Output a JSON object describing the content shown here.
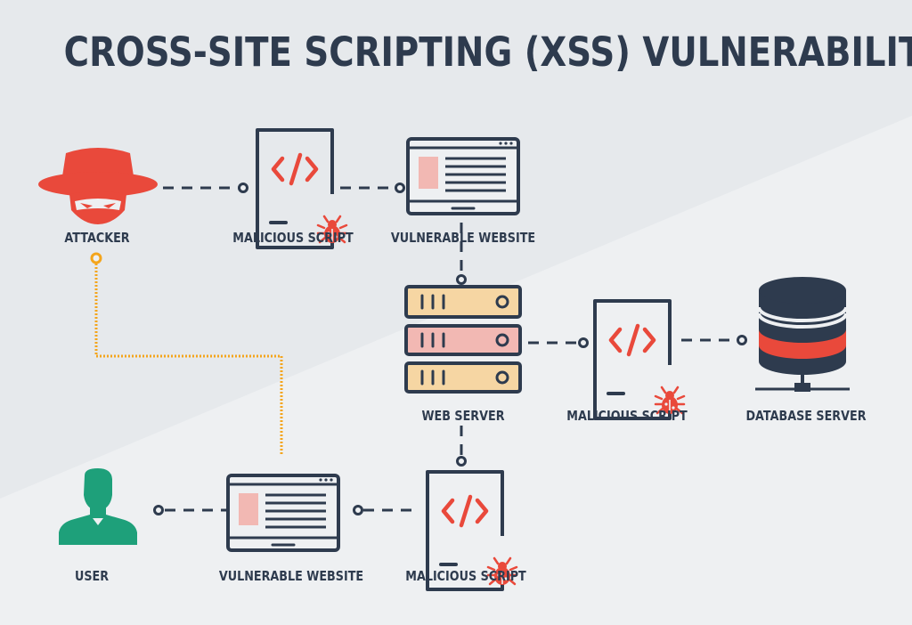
{
  "title": "CROSS-SITE SCRIPTING (XSS) VULNERABILITY",
  "colors": {
    "navy": "#2e3b4e",
    "red": "#e9493b",
    "pink": "#f2b8b3",
    "tan": "#f6d6a3",
    "green": "#1ea07a",
    "orange": "#f4a51c"
  },
  "nodes": {
    "attacker": {
      "label": "ATTACKER",
      "icon": "hat-mask-icon"
    },
    "script_top": {
      "label": "MALICIOUS SCRIPT",
      "icon": "script-bug-icon"
    },
    "website_top": {
      "label": "VULNERABLE  WEBSITE",
      "icon": "browser-window-icon"
    },
    "web_server": {
      "label": "WEB SERVER",
      "icon": "server-rack-icon"
    },
    "script_mid": {
      "label": "MALICIOUS SCRIPT",
      "icon": "script-bug-icon"
    },
    "database": {
      "label": "DATABASE SERVER",
      "icon": "database-icon"
    },
    "user": {
      "label": "USER",
      "icon": "user-icon"
    },
    "website_bottom": {
      "label": "VULNERABLE  WEBSITE",
      "icon": "browser-window-icon"
    },
    "script_bottom": {
      "label": "MALICIOUS SCRIPT",
      "icon": "script-bug-icon"
    }
  }
}
